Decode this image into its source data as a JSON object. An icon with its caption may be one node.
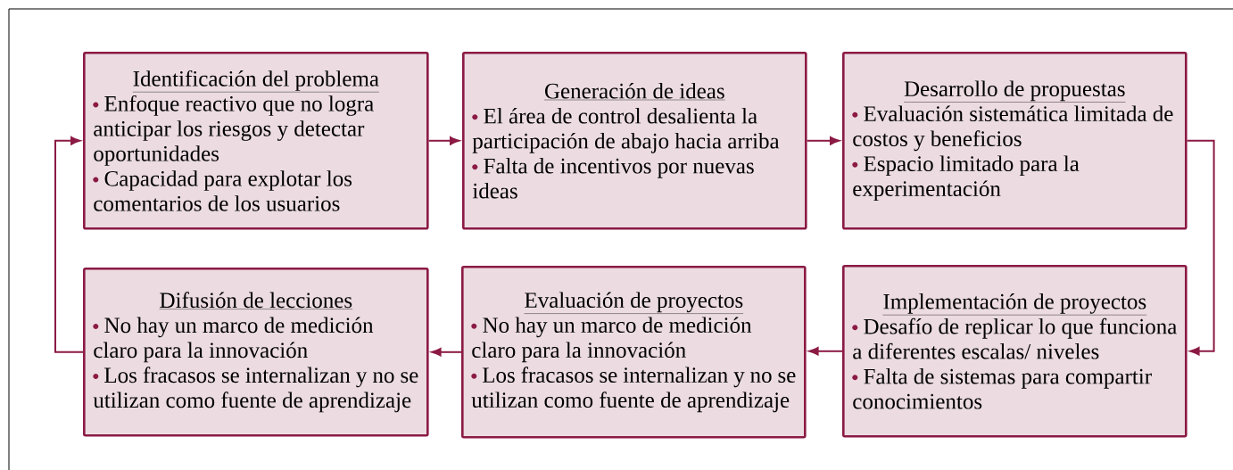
{
  "diagram": {
    "nodes": [
      {
        "text": [
          "Identificación del problema",
          "Enfoque reactivo que no logra anticipar los riesgos y detectar oportunidades",
          "Capacidad para explotar los comentarios de los usuarios"
        ]
      },
      {
        "text": [
          "Generación de ideas",
          "El área de control desalienta la participación de abajo hacia arriba",
          "Falta de incentivos por nuevas ideas"
        ]
      },
      {
        "text": [
          "Desarrollo de propuestas",
          "Evaluación sistemática limitada de costos y beneficios",
          "Espacio limitado para la experimentación"
        ]
      },
      {
        "text": [
          "Difusión de lecciones",
          "No hay un marco de medición claro para la innovación",
          "Los fracasos se internalizan y no se utilizan como fuente de aprendizaje"
        ]
      },
      {
        "text": [
          "Evaluación de proyectos",
          "No hay un marco de medición claro para la innovación",
          "Los fracasos se internalizan y no se utilizan como fuente de aprendizaje"
        ]
      },
      {
        "text": [
          "Implementación de proyectos",
          "Desafío de replicar lo que funciona a diferentes escalas/ niveles",
          "Falta de sistemas para compartir conocimientos"
        ]
      }
    ],
    "edges": [
      {
        "from": 0,
        "to": 1,
        "arrow": "to"
      },
      {
        "from": 1,
        "to": 2,
        "arrow": "to"
      },
      {
        "from": 2,
        "to": 5,
        "arrow": "to"
      },
      {
        "from": 5,
        "to": 4,
        "arrow": "to"
      },
      {
        "from": 4,
        "to": 3,
        "arrow": "to"
      },
      {
        "from": 3,
        "to": 0,
        "arrow": "to"
      }
    ]
  }
}
